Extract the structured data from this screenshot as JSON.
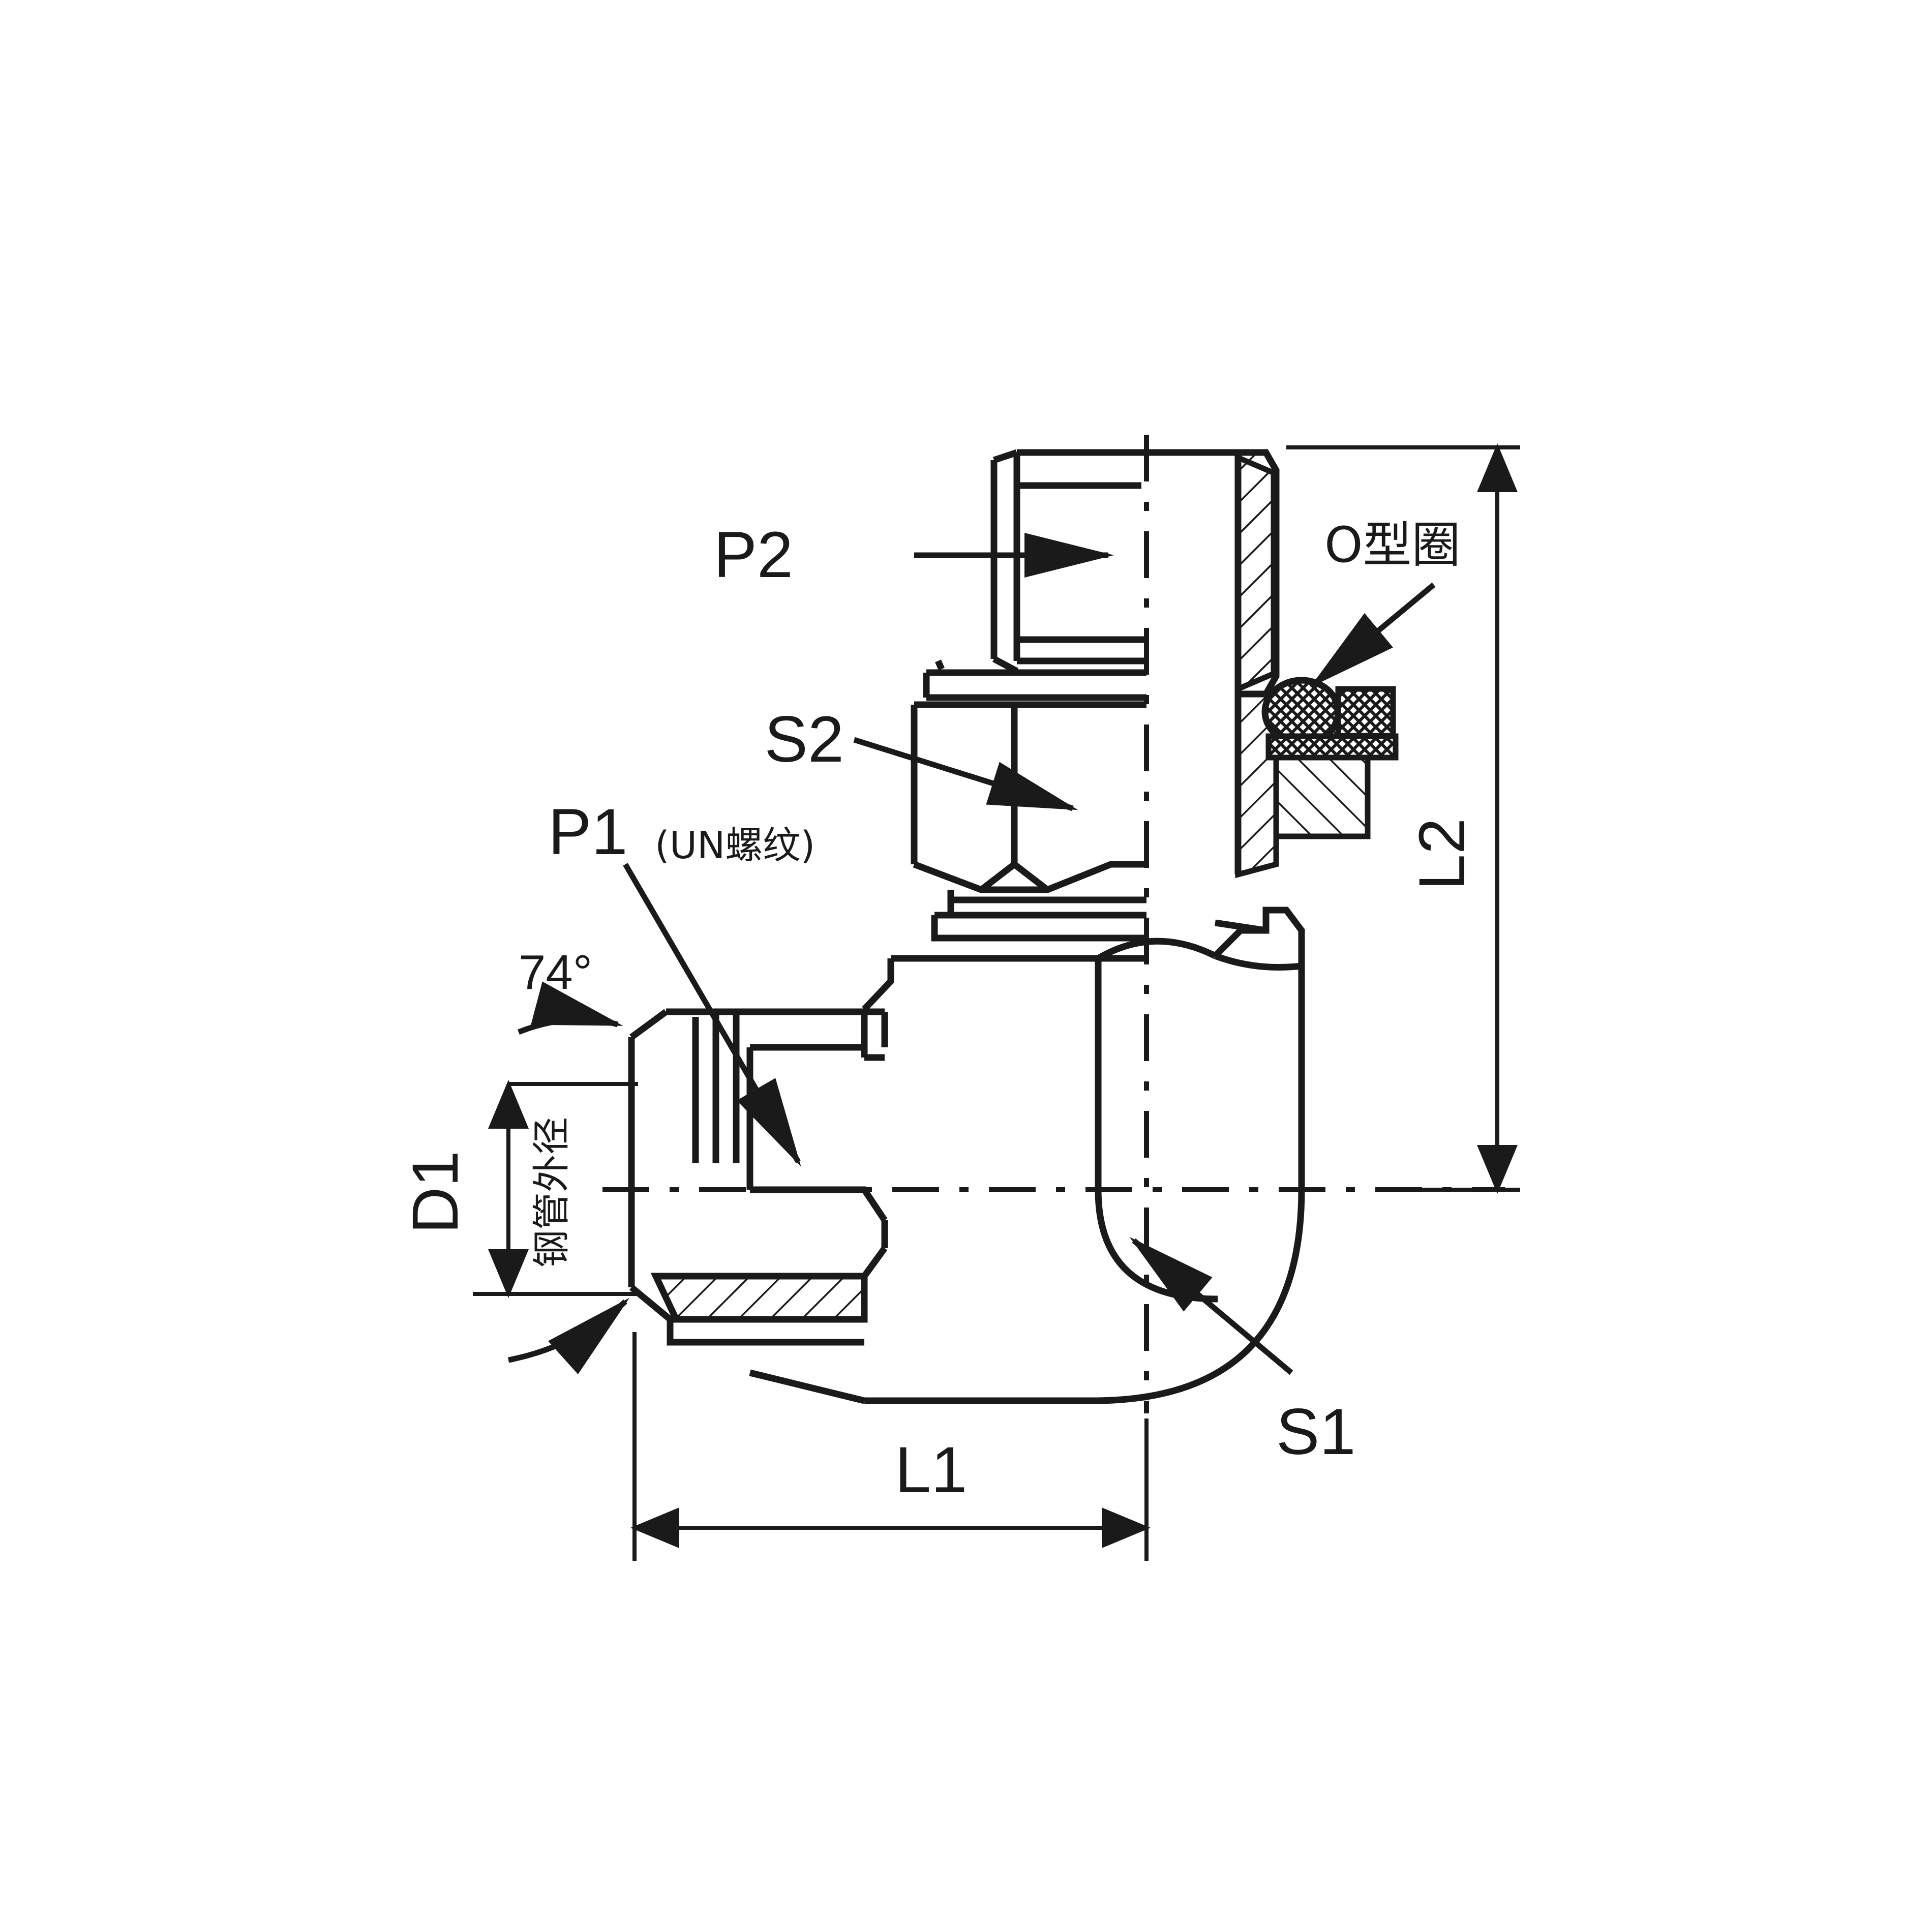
{
  "drawing": {
    "title": "90-degree elbow hydraulic adapter fitting cross-section",
    "background_color": "#ffffff",
    "line_color": "#1a1a1a",
    "labels": {
      "port2": "P2",
      "port1": "P1",
      "port1_suffix": "(UN螺纹)",
      "hex1": "S1",
      "hex2": "S2",
      "length1": "L1",
      "length2": "L2",
      "diameter1": "D1",
      "tube_od": "钢管外径",
      "cone_angle": "74°",
      "oring": "O型圈"
    }
  },
  "chart_data": {
    "type": "diagram",
    "title": "90° elbow hydraulic adapter fitting",
    "annotations": [
      {
        "key": "P2",
        "text": "P2",
        "role": "thread-port-upper",
        "leader": true
      },
      {
        "key": "S2",
        "text": "S2",
        "role": "hex-flat-upper",
        "leader": true
      },
      {
        "key": "P1",
        "text": "P1",
        "role": "thread-port-left",
        "leader": true
      },
      {
        "key": "P1_SUFFIX",
        "text": "(UN螺纹)",
        "role": "thread-type-note",
        "leader": false
      },
      {
        "key": "S1",
        "text": "S1",
        "role": "hex-flat-body",
        "leader": true
      },
      {
        "key": "D1",
        "text": "D1",
        "role": "dimension-vertical-left",
        "leader": false
      },
      {
        "key": "TUBE_OD",
        "text": "钢管外径",
        "role": "dimension-note-vertical",
        "leader": false
      },
      {
        "key": "74DEG",
        "text": "74°",
        "role": "cone-angle",
        "leader": true
      },
      {
        "key": "ORING",
        "text": "O型圈",
        "role": "oring-callout",
        "leader": true
      },
      {
        "key": "L1",
        "text": "L1",
        "role": "dimension-horizontal-bottom",
        "leader": false
      },
      {
        "key": "L2",
        "text": "L2",
        "role": "dimension-vertical-right",
        "leader": false
      }
    ]
  }
}
